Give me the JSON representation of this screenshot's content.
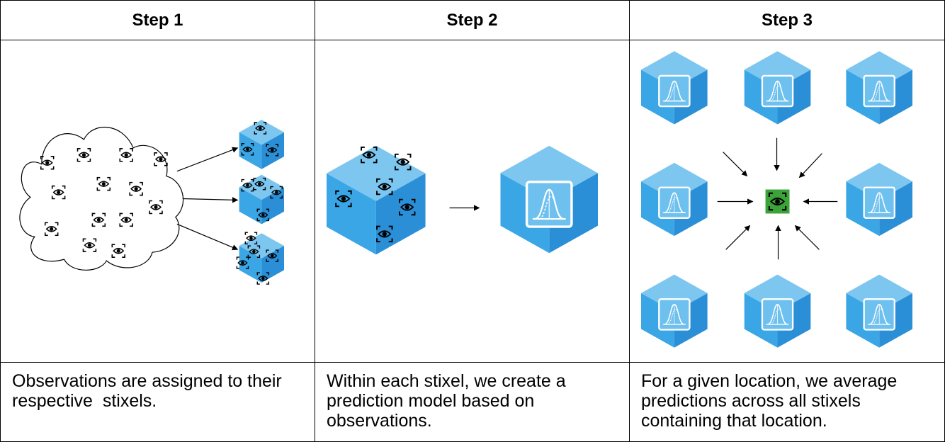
{
  "steps": [
    {
      "header": "Step 1",
      "description": "Observations are assigned to their respective  stixels."
    },
    {
      "header": "Step 2",
      "description": "Within each stixel, we create a prediction model based on observations."
    },
    {
      "header": "Step 3",
      "description": "For a given location, we average predictions across all stixels containing that location."
    }
  ],
  "icons": {
    "observation": "eye-icon",
    "model": "bell-curve-icon",
    "location": "green-eye-icon"
  },
  "colors": {
    "cube_top": "#7cc6f0",
    "cube_left": "#3aa6e6",
    "cube_right": "#2a8fd6",
    "location_green": "#3ca33a",
    "line": "#000000"
  }
}
